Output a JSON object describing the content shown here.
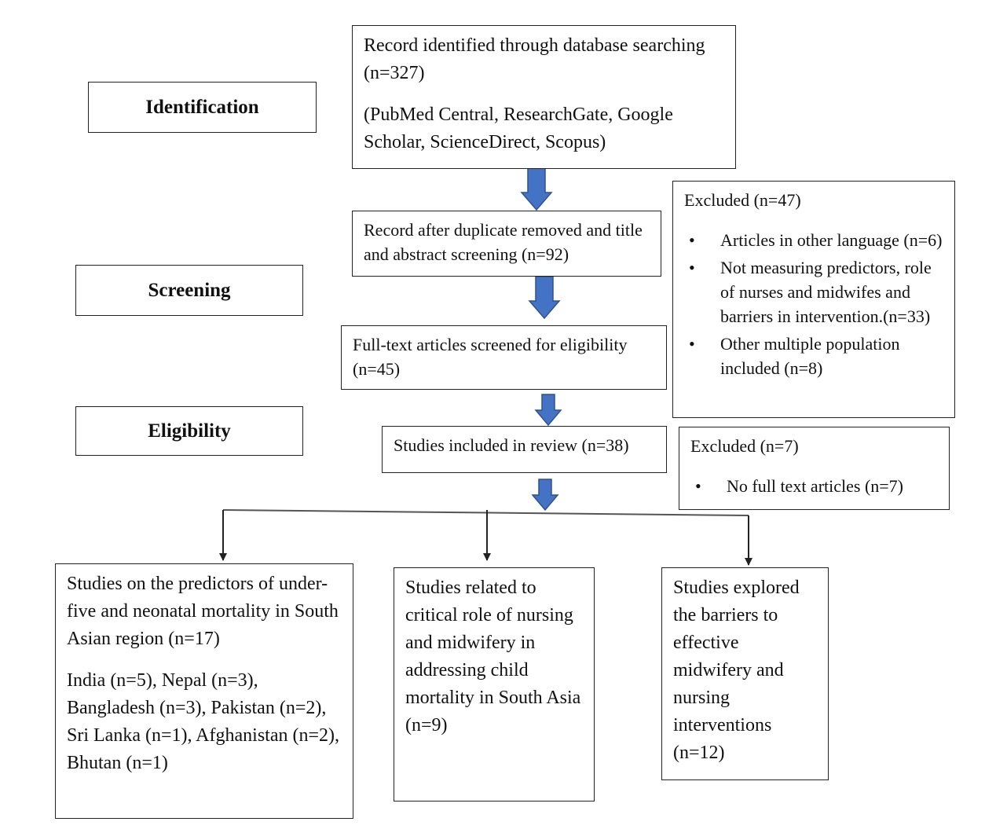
{
  "stages": {
    "identification": "Identification",
    "screening": "Screening",
    "eligibility": "Eligibility"
  },
  "identified": {
    "line1": "Record identified through database searching (n=327)",
    "line2": "(PubMed Central, ResearchGate, Google Scholar, ScienceDirect, Scopus)"
  },
  "after_duplicates": "Record after duplicate removed and title and abstract screening  (n=92)",
  "full_text": "Full-text articles screened for eligibility (n=45)",
  "included": "Studies included in review (n=38)",
  "excluded_screening": {
    "title": "Excluded (n=47)",
    "items": [
      "Articles in other language (n=6)",
      "Not measuring predictors, role of nurses and midwifes and barriers in intervention.(n=33)",
      "Other multiple population included (n=8)"
    ]
  },
  "excluded_eligibility": {
    "title": "Excluded (n=7)",
    "items": [
      "No full text articles (n=7)"
    ]
  },
  "outcomes": {
    "predictors": {
      "line1": "Studies on the predictors of under-five and neonatal mortality in South Asian region (n=17)",
      "line2": "India (n=5), Nepal (n=3), Bangladesh (n=3), Pakistan (n=2), Sri Lanka (n=1), Afghanistan (n=2), Bhutan (n=1)"
    },
    "nursing_role": "Studies related to critical role of nursing and midwifery in addressing child mortality in South Asia (n=9)",
    "barriers": "Studies explored the barriers to effective midwifery and nursing interventions (n=12)"
  },
  "colors": {
    "arrow_fill": "#4472C4",
    "arrow_stroke": "#2F528F",
    "line": "#222222"
  }
}
